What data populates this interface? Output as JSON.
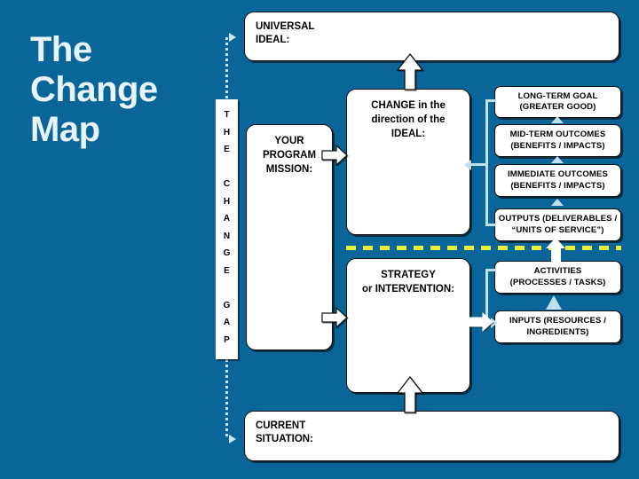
{
  "theme": {
    "background": "#0a6598",
    "box_fill": "#ffffff",
    "box_border": "#101010",
    "title_color": "#e8f4fb",
    "connector_blue": "#bfe0ef",
    "divider_yellow": "#e9f03a"
  },
  "title": "The\nChange\nMap",
  "gap_bar": {
    "label": "THE CHANGE GAP",
    "letters": "T\nH\nE\n\nC\nH\nA\nN\nG\nE\n\nG\nA\nP"
  },
  "boxes": {
    "universal_ideal": "UNIVERSAL\nIDEAL:",
    "current_situation": "CURRENT\nSITUATION:",
    "program_mission": "YOUR\nPROGRAM\nMISSION:",
    "change": "CHANGE in the\ndirection of the\nIDEAL:",
    "strategy": "STRATEGY\nor INTERVENTION:"
  },
  "results_chain": [
    {
      "id": "long-term-goal",
      "label": "LONG-TERM GOAL\n(GREATER GOOD)"
    },
    {
      "id": "mid-term-outcomes",
      "label": "MID-TERM OUTCOMES\n(BENEFITS / IMPACTS)"
    },
    {
      "id": "immediate-outcomes",
      "label": "IMMEDIATE  OUTCOMES\n(BENEFITS / IMPACTS)"
    },
    {
      "id": "outputs",
      "label": "OUTPUTS (DELIVERABLES /\n“UNITS OF SERVICE”)"
    }
  ],
  "implementation_chain": [
    {
      "id": "activities",
      "label": "ACTIVITIES\n(PROCESSES / TASKS)"
    },
    {
      "id": "inputs",
      "label": "INPUTS (RESOURCES /\nINGREDIENTS)"
    }
  ]
}
